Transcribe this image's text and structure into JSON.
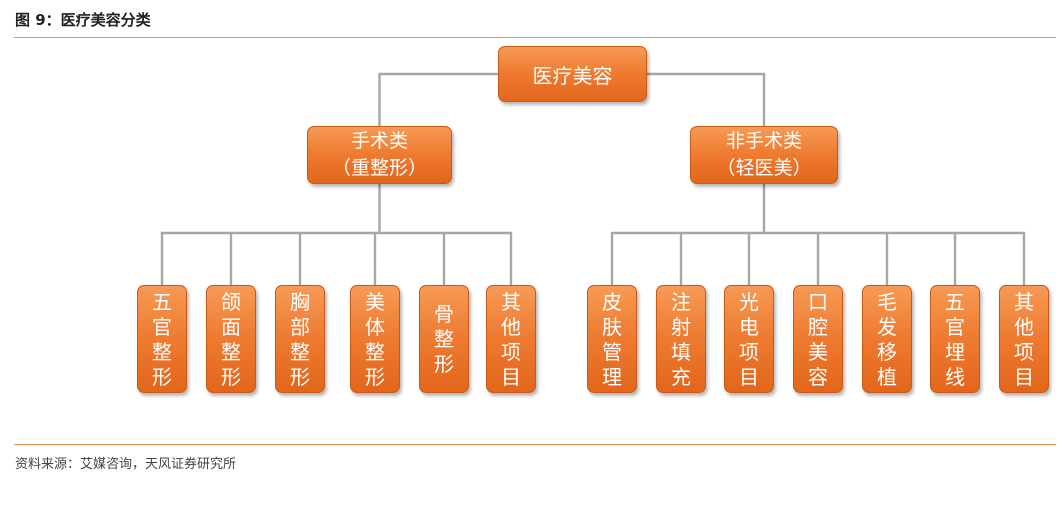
{
  "figure": {
    "title": "图 9：医疗美容分类",
    "source": "资料来源：艾媒咨询，天风证券研究所"
  },
  "diagram": {
    "root": "医疗美容",
    "branches": [
      {
        "lines": [
          "手术类",
          "（重整形）"
        ],
        "children": [
          "五官整形",
          "颌面整形",
          "胸部整形",
          "美体整形",
          "骨整形",
          "其他项目"
        ]
      },
      {
        "lines": [
          "非手术类",
          "（轻医美）"
        ],
        "children": [
          "皮肤管理",
          "注射填充",
          "光电项目",
          "口腔美容",
          "毛发移植",
          "五官埋线",
          "其他项目"
        ]
      }
    ]
  },
  "colors": {
    "node_fill": "#ee7a30",
    "connector": "#a6a6a6",
    "rule": "#e8925a"
  }
}
